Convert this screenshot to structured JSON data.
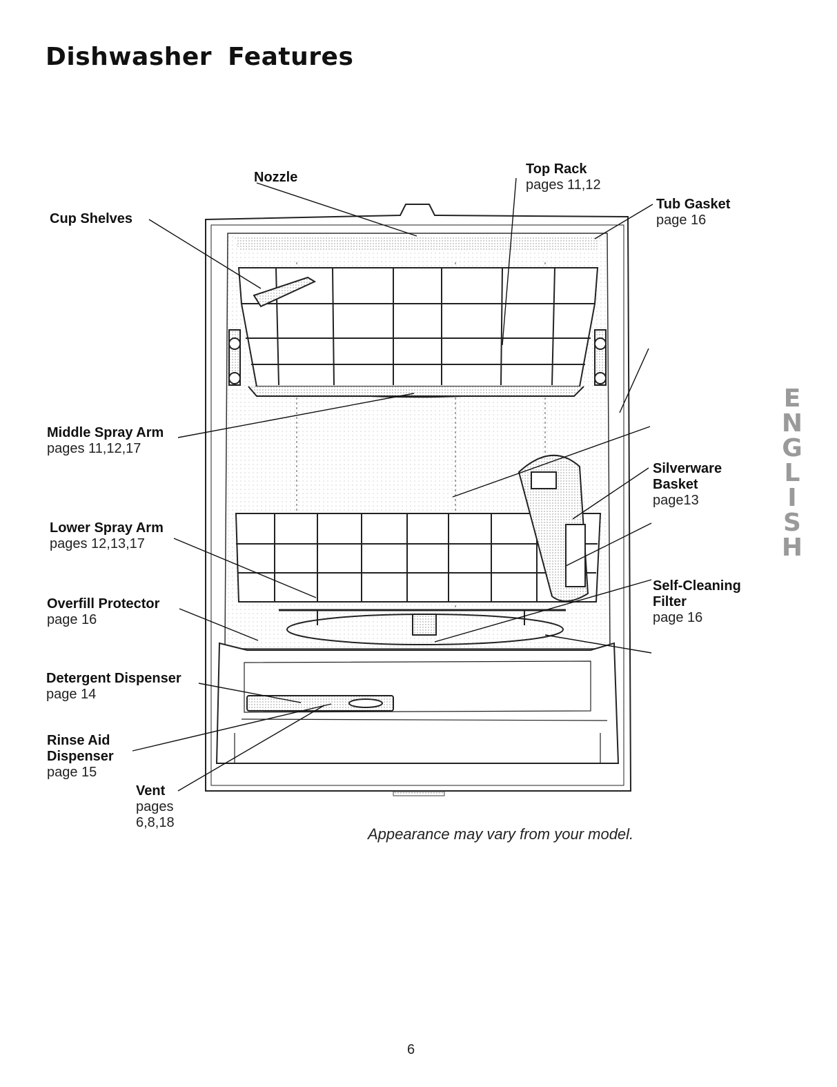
{
  "title": "Dishwasher Features",
  "side_tab": [
    "E",
    "N",
    "G",
    "L",
    "I",
    "S",
    "H"
  ],
  "labels": {
    "nozzle": {
      "name": "Nozzle",
      "pages": ""
    },
    "top_rack": {
      "name": "Top Rack",
      "pages": "pages 11,12"
    },
    "tub_gasket": {
      "name": "Tub Gasket",
      "pages": "page 16"
    },
    "cup_shelves": {
      "name": "Cup Shelves",
      "pages": ""
    },
    "middle_spray_arm": {
      "name": "Middle Spray Arm",
      "pages": "pages 11,12,17"
    },
    "silverware_basket_1": {
      "name": "Silverware",
      "pages": ""
    },
    "silverware_basket_2": {
      "name": "Basket",
      "pages": "page13"
    },
    "lower_spray_arm": {
      "name": "Lower Spray Arm",
      "pages": "pages 12,13,17"
    },
    "self_cleaning_filter_1": {
      "name": "Self-Cleaning",
      "pages": ""
    },
    "self_cleaning_filter_2": {
      "name": "Filter",
      "pages": "page 16"
    },
    "overfill_protector": {
      "name": "Overfill Protector",
      "pages": "page 16"
    },
    "detergent_dispenser": {
      "name": "Detergent Dispenser",
      "pages": "page 14"
    },
    "rinse_aid_1": {
      "name": "Rinse Aid",
      "pages": ""
    },
    "rinse_aid_2": {
      "name": "Dispenser",
      "pages": "page 15"
    },
    "vent": {
      "name": "Vent",
      "pages": "pages"
    },
    "vent_pages": "6,8,18"
  },
  "caption": "Appearance may vary from your model.",
  "page_number": "6"
}
